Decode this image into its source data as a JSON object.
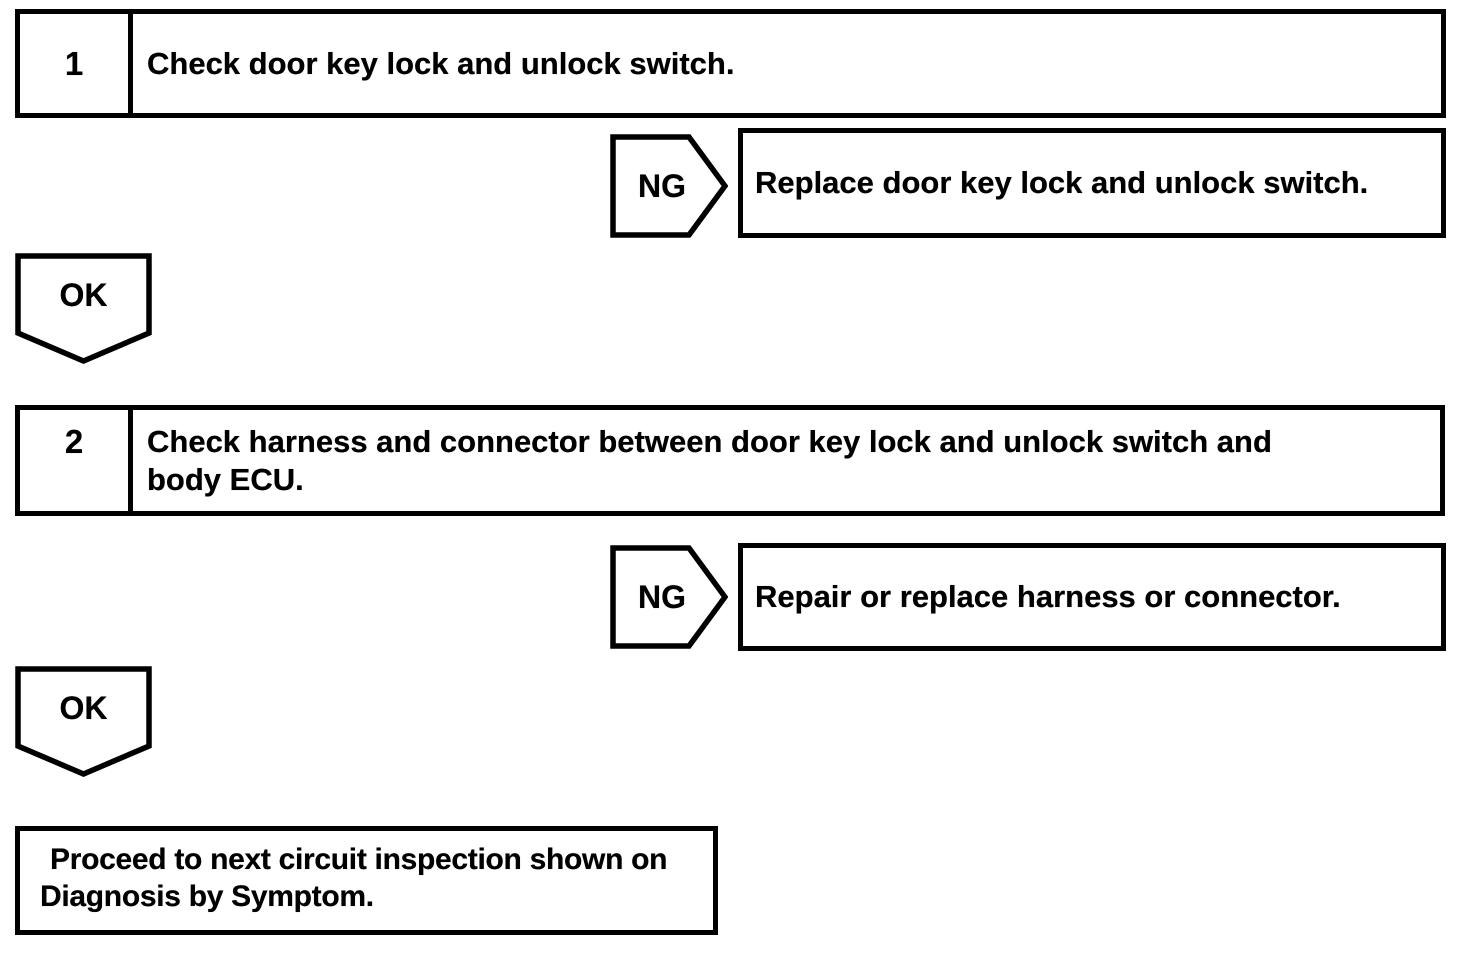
{
  "colors": {
    "ink": "#000000",
    "paper": "#ffffff"
  },
  "flowchart": {
    "steps": [
      {
        "number": "1",
        "instruction_lines": [
          "Check door key lock and unlock switch."
        ],
        "ng": {
          "label": "NG",
          "action": "Replace door key lock and unlock switch."
        },
        "ok": {
          "label": "OK"
        }
      },
      {
        "number": "2",
        "instruction_lines": [
          "Check harness and connector between door key lock and unlock switch and",
          "body ECU."
        ],
        "ng": {
          "label": "NG",
          "action": "Repair or replace harness or connector."
        },
        "ok": {
          "label": "OK"
        }
      }
    ],
    "conclusion_lines": [
      "Proceed to next circuit inspection shown on",
      "Diagnosis by Symptom."
    ]
  }
}
